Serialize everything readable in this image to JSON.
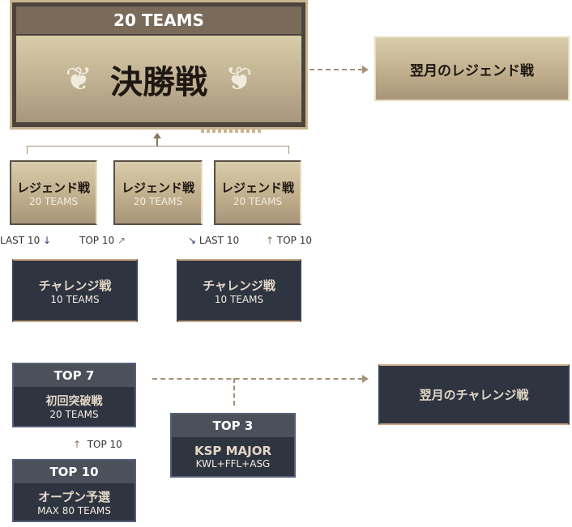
{
  "final": {
    "teams": "20 TEAMS",
    "title": "決勝戦"
  },
  "next_legend": {
    "title": "翌月のレジェンド戦"
  },
  "legend_matches": [
    {
      "title": "レジェンド戦",
      "teams": "20 TEAMS"
    },
    {
      "title": "レジェンド戦",
      "teams": "20 TEAMS"
    },
    {
      "title": "レジェンド戦",
      "teams": "20 TEAMS"
    }
  ],
  "transitions": {
    "last10_a": "LAST 10",
    "top10_a": "TOP 10",
    "last10_b": "LAST 10",
    "top10_b": "TOP 10",
    "top10_open": "TOP 10"
  },
  "challenge_matches": [
    {
      "title": "チャレンジ戦",
      "teams": "10 TEAMS"
    },
    {
      "title": "チャレンジ戦",
      "teams": "10 TEAMS"
    }
  ],
  "first_breakthrough": {
    "rank": "TOP 7",
    "title": "初回突破戦",
    "teams": "20 TEAMS"
  },
  "ksp_major": {
    "rank": "TOP 3",
    "title": "KSP MAJOR",
    "teams": "KWL+FFL+ASG"
  },
  "open_qualifier": {
    "rank": "TOP 10",
    "title": "オープン予選",
    "teams": "MAX 80 TEAMS"
  },
  "next_challenge": {
    "title": "翌月のチャレンジ戦"
  },
  "colors": {
    "tan": "#c3b28f",
    "dark": "#2f3441",
    "arrow_brown": "#8a7560",
    "arrow_blue": "#2c3e78"
  }
}
